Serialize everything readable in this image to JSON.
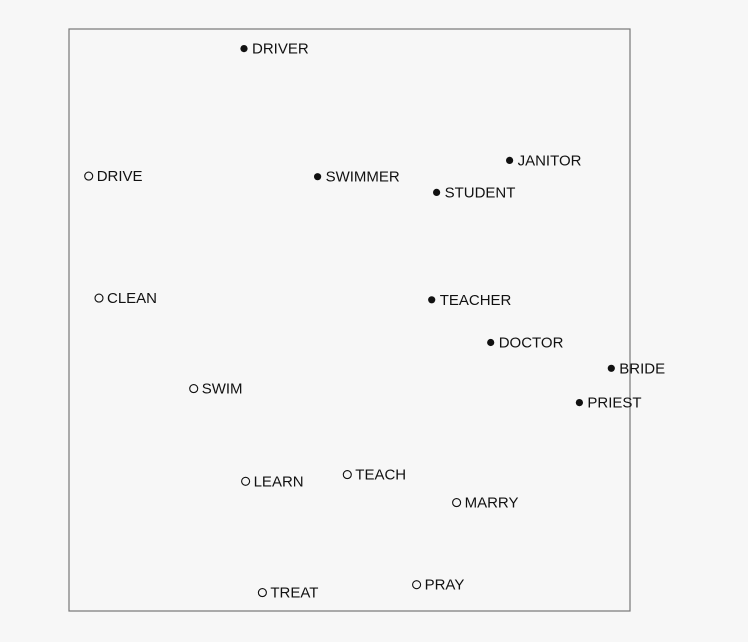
{
  "chart_data": {
    "type": "scatter",
    "title": "",
    "xlabel": "",
    "ylabel": "",
    "grid": false,
    "legend": "none",
    "xlim": [
      0,
      100
    ],
    "ylim": [
      0,
      100
    ],
    "series": [
      {
        "marker": "filled-circle",
        "points": [
          {
            "label": "DRIVER",
            "x": 30.5,
            "y": 98.3
          },
          {
            "label": "SWIMMER",
            "x": 44.1,
            "y": 75.5
          },
          {
            "label": "JANITOR",
            "x": 79.6,
            "y": 78.4
          },
          {
            "label": "STUDENT",
            "x": 66.1,
            "y": 72.7
          },
          {
            "label": "TEACHER",
            "x": 65.2,
            "y": 53.6
          },
          {
            "label": "DOCTOR",
            "x": 76.1,
            "y": 46.0
          },
          {
            "label": "BRIDE",
            "x": 98.4,
            "y": 41.4
          },
          {
            "label": "PRIEST",
            "x": 92.5,
            "y": 35.3
          }
        ]
      },
      {
        "marker": "open-circle",
        "points": [
          {
            "label": "DRIVE",
            "x": 1.8,
            "y": 75.6
          },
          {
            "label": "CLEAN",
            "x": 3.7,
            "y": 53.9
          },
          {
            "label": "SWIM",
            "x": 21.2,
            "y": 37.8
          },
          {
            "label": "LEARN",
            "x": 30.8,
            "y": 21.3
          },
          {
            "label": "TEACH",
            "x": 49.6,
            "y": 22.5
          },
          {
            "label": "MARRY",
            "x": 69.8,
            "y": 17.5
          },
          {
            "label": "TREAT",
            "x": 33.9,
            "y": 1.5
          },
          {
            "label": "PRAY",
            "x": 62.4,
            "y": 2.9
          }
        ]
      }
    ],
    "colors": {
      "frame": "#777777",
      "marker": "#111111",
      "background": "#f7f7f7"
    }
  }
}
